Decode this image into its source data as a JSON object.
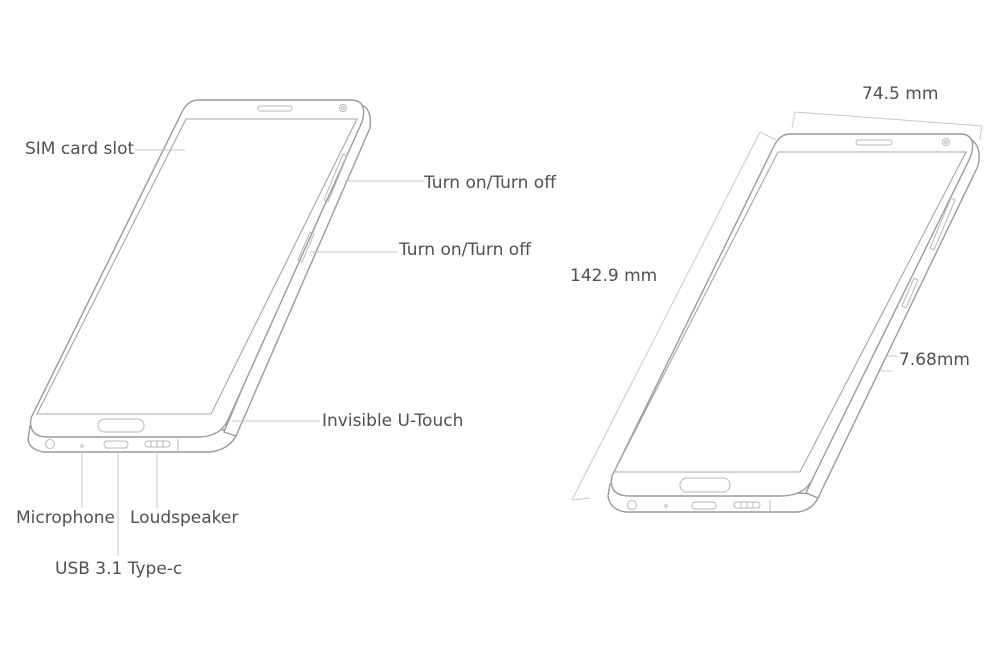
{
  "labels": {
    "sim_card_slot": "SIM card slot",
    "turn_on_off_upper": "Turn on/Turn off",
    "turn_on_off_lower": "Turn on/Turn off",
    "invisible_u_touch": "Invisible U-Touch",
    "microphone": "Microphone",
    "loudspeaker": "Loudspeaker",
    "usb": "USB 3.1 Type-c"
  },
  "dimensions": {
    "width": "74.5 mm",
    "height": "142.9 mm",
    "depth": "7.68mm"
  },
  "colors": {
    "line": "#9a9a9a",
    "text": "#505050"
  }
}
